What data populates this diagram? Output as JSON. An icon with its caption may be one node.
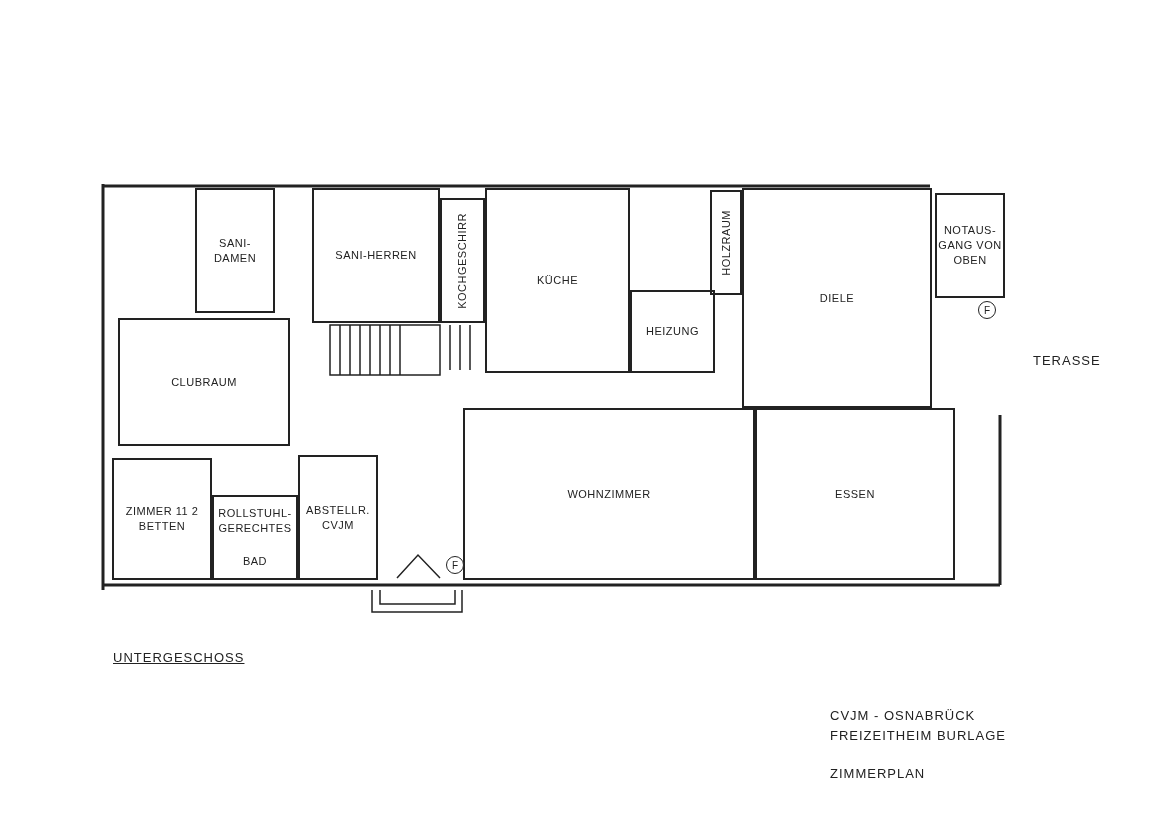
{
  "diagram": {
    "nodes": [
      {
        "text": [
          "SANI- DAMEN"
        ]
      },
      {
        "text": [
          "SANI-HERREN"
        ]
      },
      {
        "text": [
          "KOCHGESCHIRR"
        ]
      },
      {
        "text": [
          "KÜCHE"
        ]
      },
      {
        "text": [
          "HOLZRAUM"
        ]
      },
      {
        "text": [
          "NOTAUS- GANG VON OBEN"
        ]
      },
      {
        "text": [
          "F"
        ]
      },
      {
        "text": [
          "HEIZUNG"
        ]
      },
      {
        "text": [
          "DIELE"
        ]
      },
      {
        "text": [
          "CLUBRAUM"
        ]
      },
      {
        "text": [
          "WOHNZIMMER"
        ]
      },
      {
        "text": [
          "ESSEN"
        ]
      },
      {
        "text": [
          "ZIMMER 11 2 BETTEN"
        ]
      },
      {
        "text": [
          "ROLLSTUHL- GERECHTES",
          "BAD"
        ]
      },
      {
        "text": [
          "ABSTELLR. CVJM"
        ]
      },
      {
        "text": [
          "F"
        ]
      }
    ],
    "labels": [
      "TERASSE",
      "UNTERGESCHOSS",
      "CVJM - OSNABRÜCK",
      "FREIZEITHEIM BURLAGE",
      "ZIMMERPLAN"
    ]
  }
}
